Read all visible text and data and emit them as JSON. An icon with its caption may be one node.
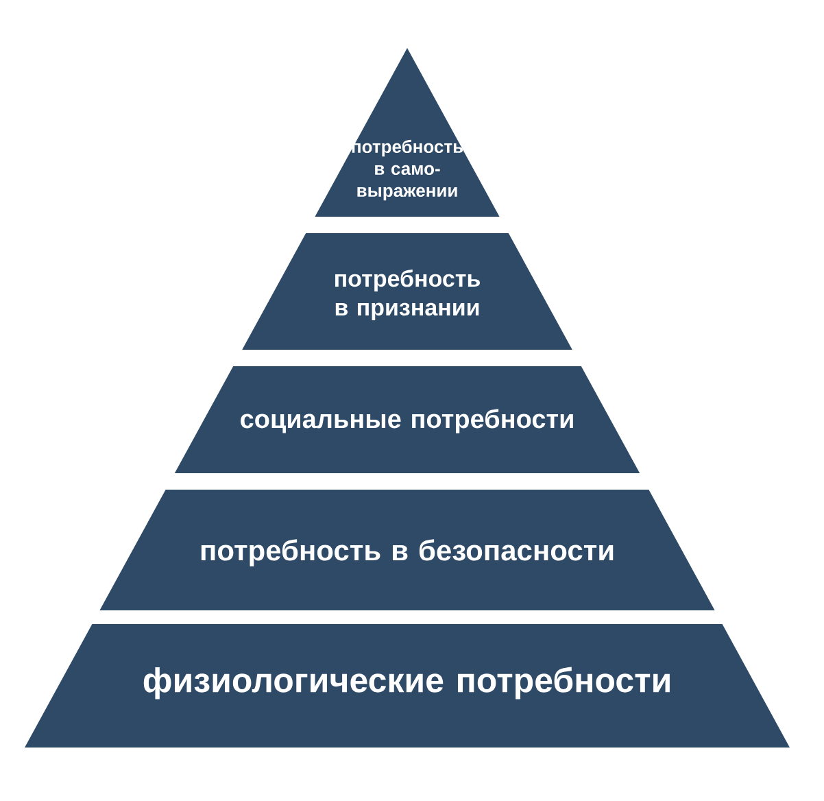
{
  "diagram": {
    "nodes": [
      {
        "text": [
          "потребность в само- выражении"
        ]
      },
      {
        "text": [
          "потребность в признании"
        ]
      },
      {
        "text": [
          "социальные потребности"
        ]
      },
      {
        "text": [
          "потребность в безопасности"
        ]
      },
      {
        "text": [
          "физиологические потребности"
        ]
      }
    ]
  }
}
